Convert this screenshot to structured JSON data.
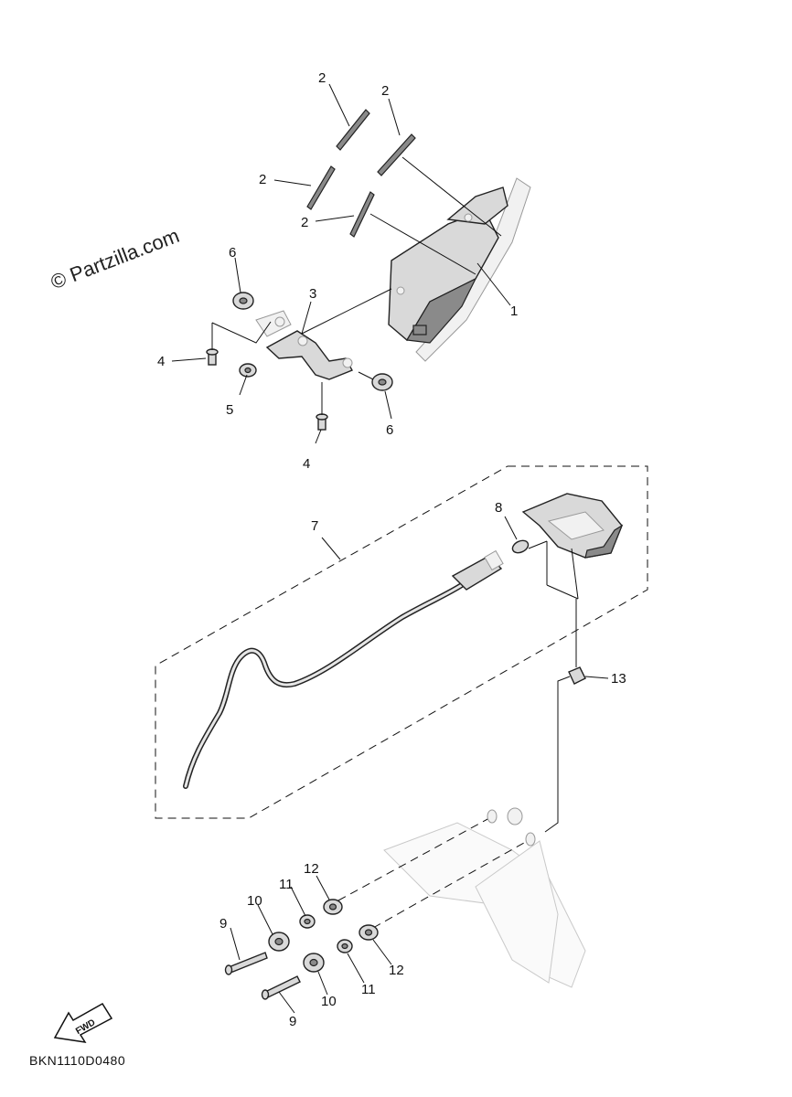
{
  "watermark": "© Partzilla.com",
  "diagram_code": "BKN1110D0480",
  "fwd_label": "FWD",
  "callouts": {
    "c1": "1",
    "c2a": "2",
    "c2b": "2",
    "c2c": "2",
    "c2d": "2",
    "c3": "3",
    "c4a": "4",
    "c4b": "4",
    "c5": "5",
    "c6a": "6",
    "c6b": "6",
    "c7": "7",
    "c8": "8",
    "c9a": "9",
    "c9b": "9",
    "c10a": "10",
    "c10b": "10",
    "c11a": "11",
    "c11b": "11",
    "c12a": "12",
    "c12b": "12",
    "c13": "13"
  }
}
